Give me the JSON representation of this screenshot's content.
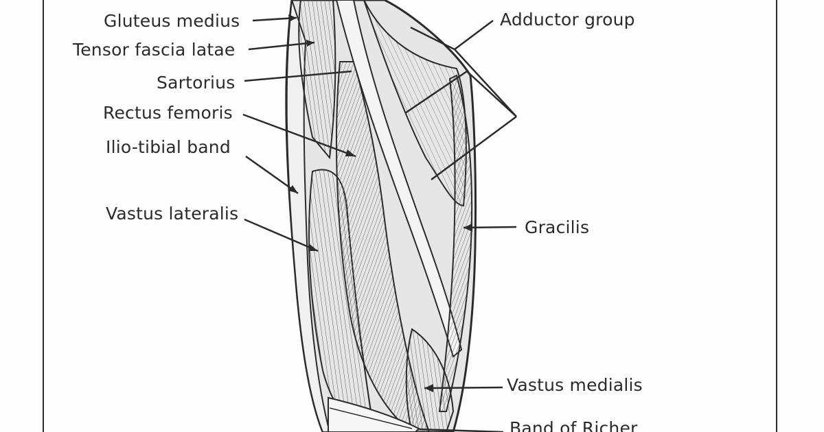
{
  "labels": {
    "gluteus_medius": "Gluteus medius",
    "tensor_fascia_latae": "Tensor fascia latae",
    "sartorius": "Sartorius",
    "rectus_femoris": "Rectus femoris",
    "ilio_tibial_band": "Ilio-tibial band",
    "vastus_lateralis": "Vastus lateralis",
    "adductor_group": "Adductor group",
    "gracilis": "Gracilis",
    "vastus_medialis": "Vastus medialis",
    "band_of_richer": "Band of Richer"
  },
  "colors": {
    "ink": "#2b2b2b",
    "paper": "#fdfdfd",
    "muscle_shade": "#c8c8c8"
  }
}
